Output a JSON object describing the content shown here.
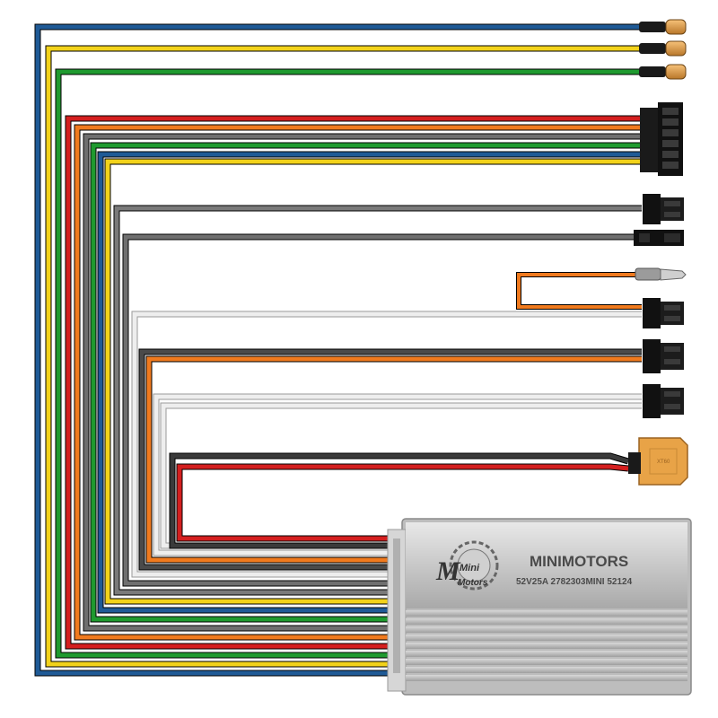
{
  "controller": {
    "brand": "MINIMOTORS",
    "spec_line": "52V25A 2782303MINI  52124",
    "logo_text_top": "Mini",
    "logo_text_bottom": "Motors"
  },
  "colors": {
    "blue": "#1f5a96",
    "yellow": "#f2d21a",
    "green": "#1f9a2f",
    "red": "#d41f1f",
    "orange": "#f07a1e",
    "gray": "#6f6f6f",
    "dark_gray": "#444444",
    "white_wire": "#e6e6e6",
    "connector_black": "#1a1a1a",
    "xt60_yellow": "#e8a347",
    "controller_silver": "#c9c9c9"
  }
}
